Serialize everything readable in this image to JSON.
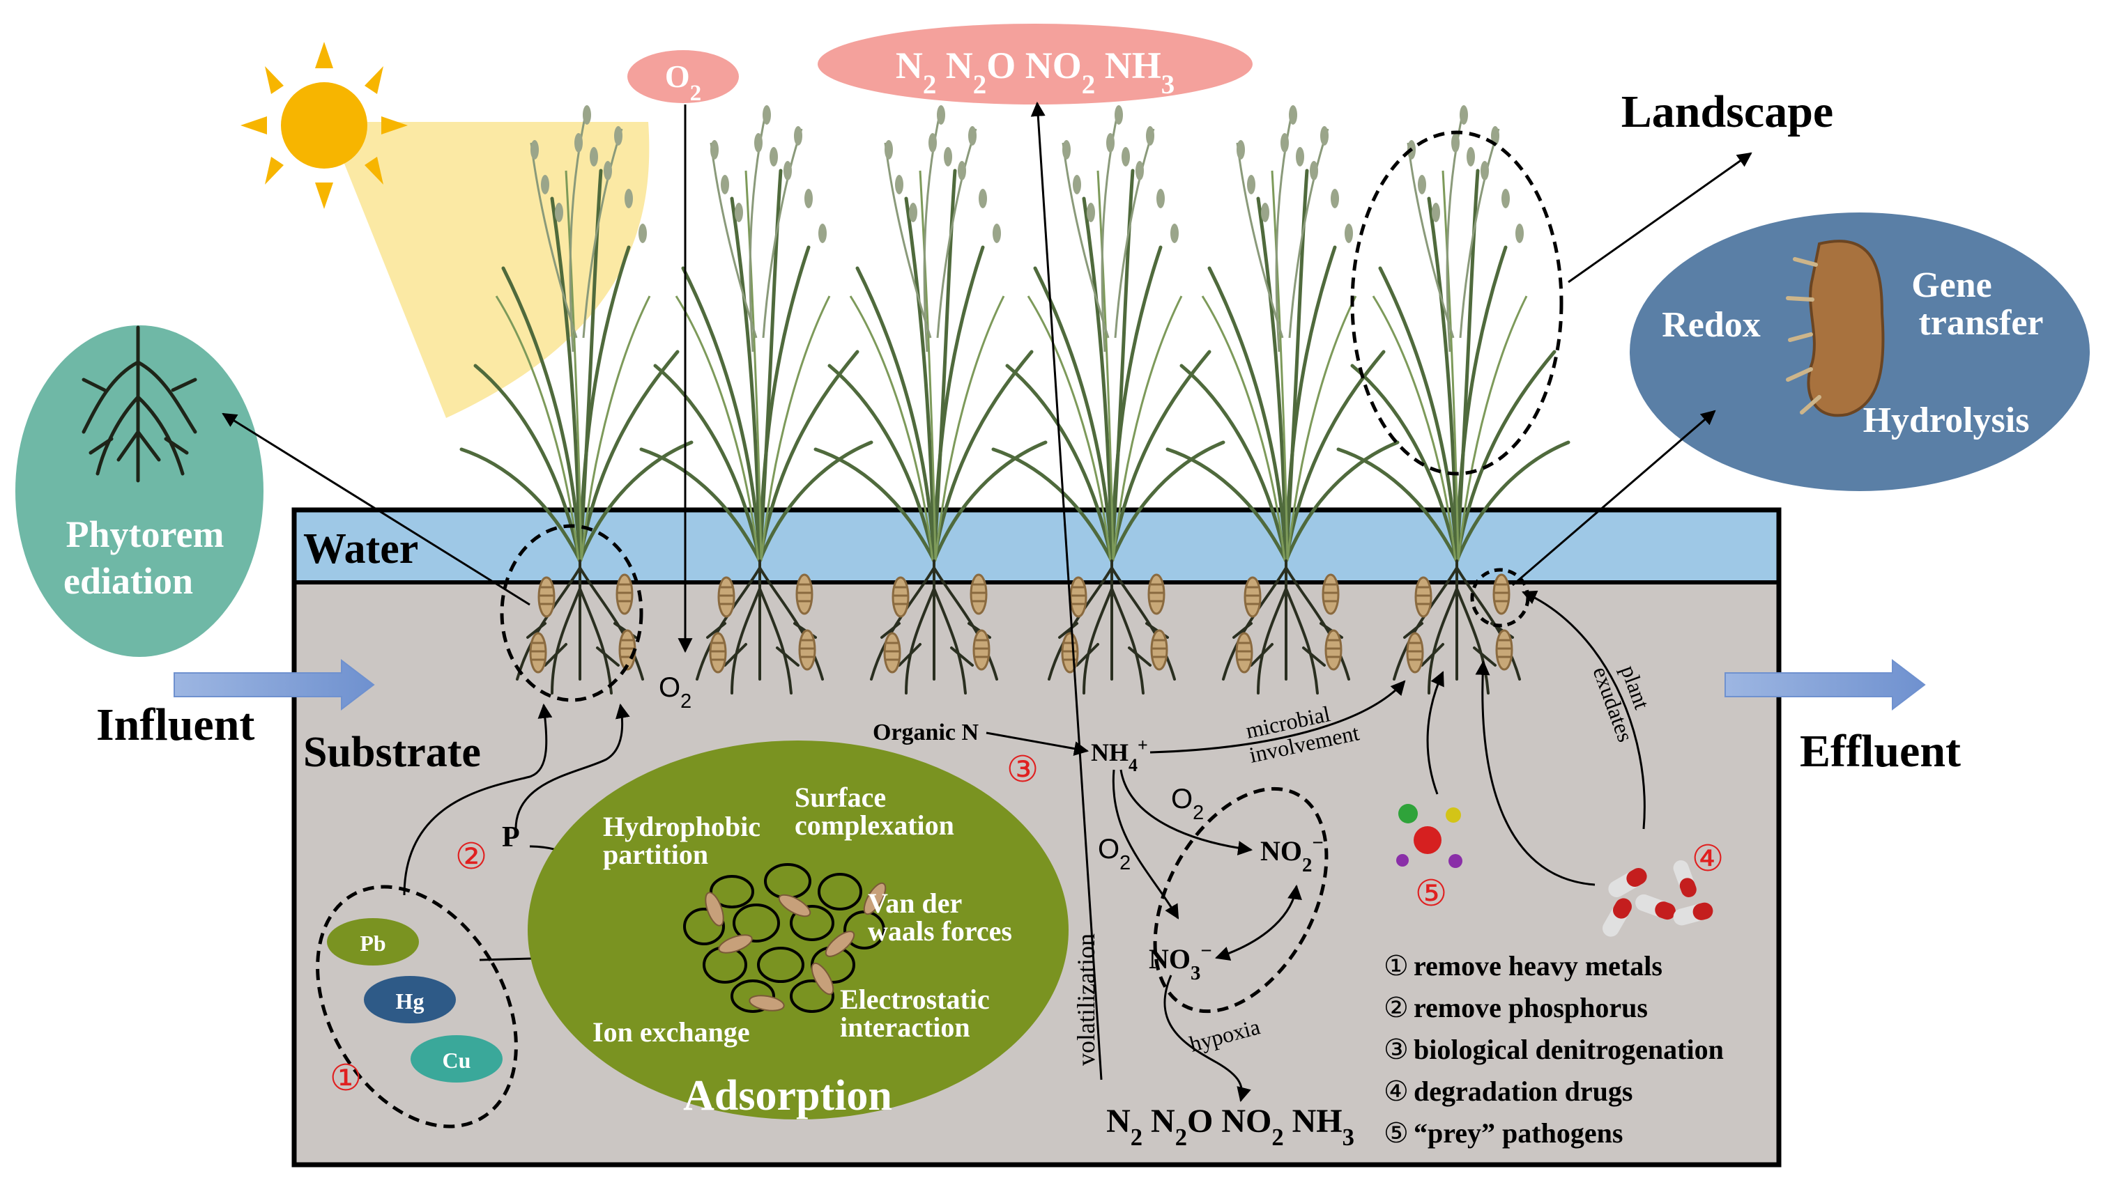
{
  "header": {
    "o2_bubble": "O2",
    "gases_bubble": [
      "N2",
      "N2O",
      "NO2",
      "NH3"
    ]
  },
  "labels": {
    "landscape": "Landscape",
    "water": "Water",
    "substrate": "Substrate",
    "influent": "Influent",
    "effluent": "Effluent",
    "phytoremediation": [
      "Phytorem",
      "ediation"
    ],
    "o2_substrate": "O2"
  },
  "microbe_bubble": {
    "redox": "Redox",
    "gene_transfer": [
      "Gene",
      "transfer"
    ],
    "hydrolysis": "Hydrolysis"
  },
  "adsorption": {
    "title": "Adsorption",
    "hydrophobic": [
      "Hydrophobic",
      "partition"
    ],
    "surface": [
      "Surface",
      "complexation"
    ],
    "vdw": [
      "Van der",
      "waals forces"
    ],
    "electrostatic": [
      "Electrostatic",
      "interaction"
    ],
    "ion_exchange": "Ion exchange"
  },
  "metals": {
    "pb": "Pb",
    "hg": "Hg",
    "cu": "Cu"
  },
  "nitrogen": {
    "organic_n": "Organic N",
    "nh4": "NH4+",
    "o2_a": "O2",
    "o2_b": "O2",
    "no2": "NO2−",
    "no3": "NO3−",
    "microbial": [
      "microbial",
      "involvement"
    ],
    "hypoxia": "hypoxia",
    "volatilization": "volatilization",
    "products": [
      "N2",
      "N2O",
      "NO2",
      "NH3"
    ]
  },
  "phosphorus": {
    "p": "P"
  },
  "exudates": [
    "plant",
    "exudates"
  ],
  "markers": [
    "①",
    "②",
    "③",
    "④",
    "⑤"
  ],
  "legend": [
    {
      "num": "①",
      "text": "remove heavy metals"
    },
    {
      "num": "②",
      "text": "remove phosphorus"
    },
    {
      "num": "③",
      "text": "biological denitrogenation"
    },
    {
      "num": "④",
      "text": "degradation drugs"
    },
    {
      "num": "⑤",
      "text": "“prey” pathogens"
    }
  ],
  "colors": {
    "water": "#9ec8e6",
    "substrate": "#cbc6c3",
    "adsorption": "#7a9321",
    "phyto": "#6fb8a6",
    "microbe": "#5a7fa6",
    "bubble": "#f4a19c",
    "sunlight": "#fbe79a",
    "sun": "#f7b500",
    "marker": "#e02020",
    "pb": "#7a9321",
    "hg": "#2e5a87",
    "cu": "#3aa89a"
  }
}
